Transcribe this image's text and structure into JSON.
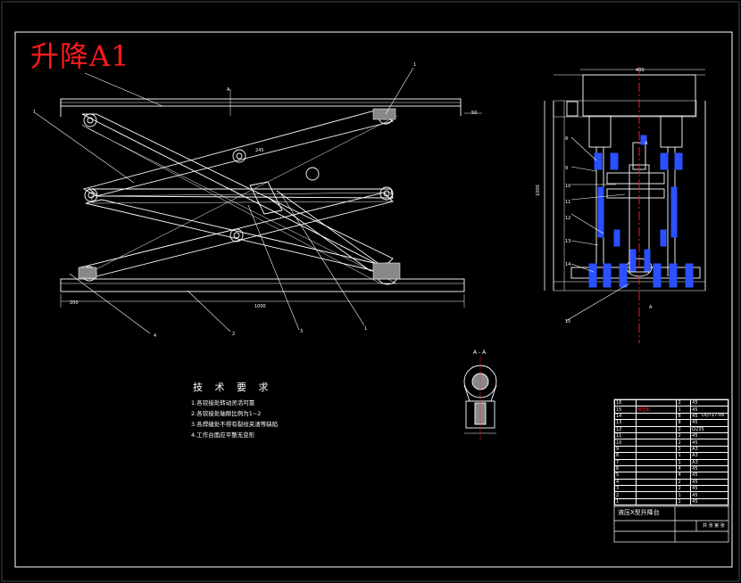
{
  "drawing": {
    "title": "升降A1",
    "section_label": "A - A",
    "main_title": "液压X型升降台",
    "code": "DQT17-06",
    "sub_block": "共 张 第 张"
  },
  "tech_requirements": {
    "heading": "技 术 要 求",
    "lines": [
      "1.各铰接处转动灵活可靠",
      "2.各铰接处轴隙比例为1~2",
      "3.各焊缝处不得有裂纹夹渣等缺陷",
      "4.工作台面应平整无变形"
    ]
  },
  "bom_rows": [
    {
      "no": "16",
      "name": "",
      "qty": "2",
      "mat": "45"
    },
    {
      "no": "15",
      "name": "液压缸",
      "qty": "1",
      "mat": "45"
    },
    {
      "no": "14",
      "name": "",
      "qty": "8",
      "mat": "45"
    },
    {
      "no": "13",
      "name": "",
      "qty": "8",
      "mat": "45"
    },
    {
      "no": "12",
      "name": "",
      "qty": "2",
      "mat": "Q235"
    },
    {
      "no": "11",
      "name": "",
      "qty": "2",
      "mat": "45"
    },
    {
      "no": "10",
      "name": "",
      "qty": "2",
      "mat": "45"
    },
    {
      "no": "9",
      "name": "",
      "qty": "1",
      "mat": "A3"
    },
    {
      "no": "8",
      "name": "",
      "qty": "1",
      "mat": "A3"
    },
    {
      "no": "7",
      "name": "",
      "qty": "1",
      "mat": "A3"
    },
    {
      "no": "6",
      "name": "",
      "qty": "4",
      "mat": "45"
    },
    {
      "no": "5",
      "name": "",
      "qty": "4",
      "mat": "45"
    },
    {
      "no": "4",
      "name": "",
      "qty": "2",
      "mat": "45"
    },
    {
      "no": "3",
      "name": "",
      "qty": "2",
      "mat": "45"
    },
    {
      "no": "2",
      "name": "",
      "qty": "1",
      "mat": "45"
    },
    {
      "no": "1",
      "name": "",
      "qty": "1",
      "mat": "45"
    }
  ],
  "colors": {
    "line": "#ffffff",
    "accent_red": "#ff2020",
    "part_blue": "#2a50ff",
    "hatch_gray": "#8c8c8c"
  }
}
